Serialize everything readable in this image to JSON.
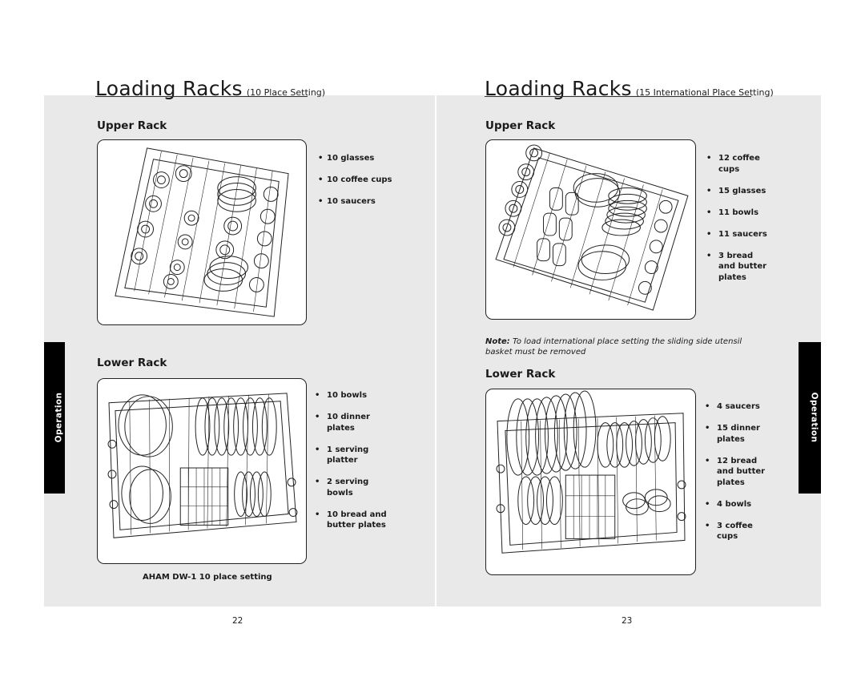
{
  "left_page": {
    "title_main": "Loading Racks",
    "title_sub": "(10 Place Setting)",
    "upper_heading": "Upper Rack",
    "upper_items": [
      "10 glasses",
      "10 coffee cups",
      "10 saucers"
    ],
    "lower_heading": "Lower Rack",
    "lower_items": [
      "10 bowls",
      "10 dinner\nplates",
      "1 serving\nplatter",
      "2 serving\nbowls",
      "10 bread and\nbutter plates"
    ],
    "caption": "AHAM DW-1 10 place setting",
    "tab_label": "Operation",
    "page_number": "22"
  },
  "right_page": {
    "title_main": "Loading Racks",
    "title_sub": "(15 International Place Setting)",
    "upper_heading": "Upper Rack",
    "upper_items": [
      "12 coffee\ncups",
      "15 glasses",
      "11 bowls",
      "11 saucers",
      "3 bread\nand butter\nplates"
    ],
    "note_label": "Note:",
    "note_text": "To load international place setting the sliding side utensil basket must be removed",
    "lower_heading": "Lower Rack",
    "lower_items": [
      "4 saucers",
      "15 dinner\nplates",
      "12 bread\nand butter\nplates",
      "4 bowls",
      "3 coffee\ncups"
    ],
    "tab_label": "Operation",
    "page_number": "23"
  },
  "illustrations": [
    {
      "name": "upper-rack-10-setting",
      "icon": "dishwasher-rack-illustration"
    },
    {
      "name": "lower-rack-10-setting",
      "icon": "dishwasher-rack-illustration"
    },
    {
      "name": "upper-rack-15-setting",
      "icon": "dishwasher-rack-illustration"
    },
    {
      "name": "lower-rack-15-setting",
      "icon": "dishwasher-rack-illustration"
    }
  ]
}
